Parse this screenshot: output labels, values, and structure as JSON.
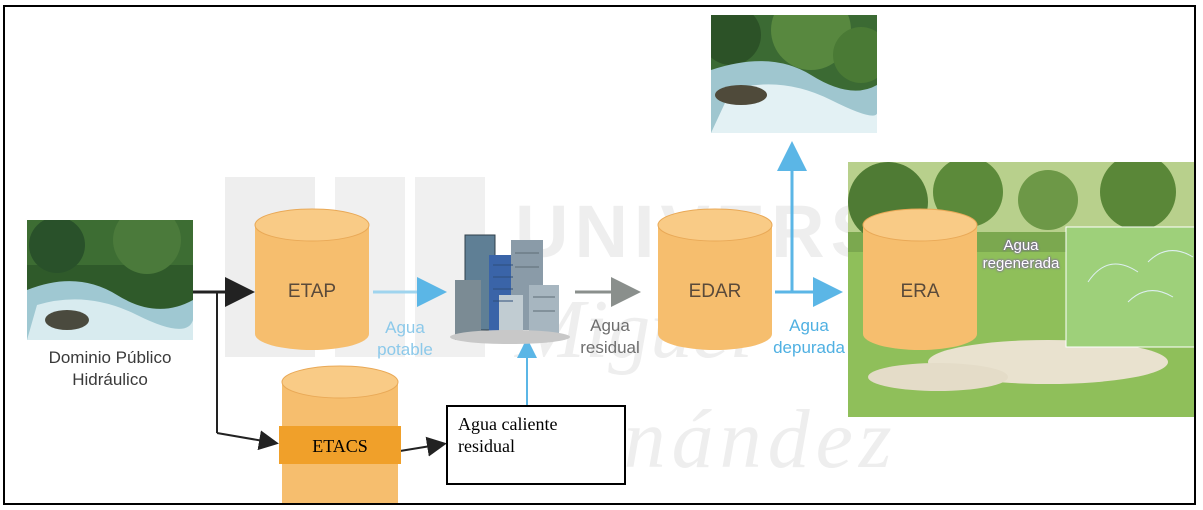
{
  "source": {
    "label_line1": "Dominio Público",
    "label_line2": "Hidráulico"
  },
  "nodes": {
    "etap": "ETAP",
    "etacs": "ETACS",
    "edar": "EDAR",
    "era": "ERA"
  },
  "flows": {
    "agua_potable_1": "Agua",
    "agua_potable_2": "potable",
    "agua_residual_1": "Agua",
    "agua_residual_2": "residual",
    "agua_depurada_1": "Agua",
    "agua_depurada_2": "depurada",
    "agua_regenerada_1": "Agua",
    "agua_regenerada_2": "regenerada",
    "agua_caliente_1": "Agua caliente",
    "agua_caliente_2": "residual"
  },
  "watermark": {
    "line1": "UNIVERSITAS",
    "line2": "Miguel",
    "line3": "Hernández"
  },
  "colors": {
    "cylinder": "#f6be6e",
    "flow_blue": "#5bb6e6",
    "flow_gray": "#8a8f8c",
    "arrow_black": "#222222",
    "regen_arrow": "#b99ad6"
  }
}
